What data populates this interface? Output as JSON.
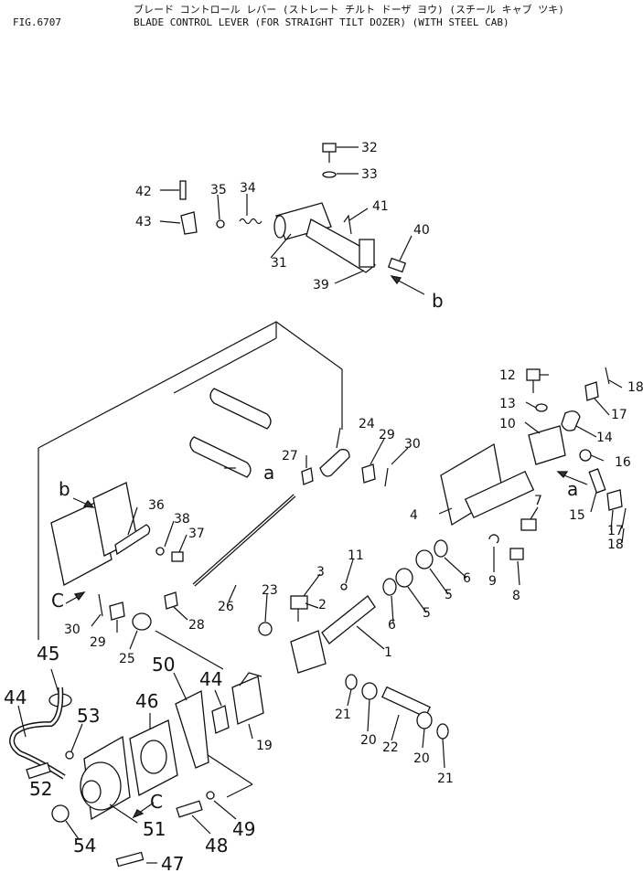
{
  "header": {
    "fig_number": "FIG.6707",
    "title_jp": "ブレード コントロール レバー (ストレート チルト ドーザ ヨウ) (スチール キャブ ツキ)",
    "title_en": "BLADE CONTROL LEVER (FOR STRAIGHT TILT DOZER) (WITH STEEL CAB)"
  },
  "callouts": {
    "p1": "1",
    "p2": "2",
    "p3": "3",
    "p4": "4",
    "p5a": "5",
    "p5b": "5",
    "p6a": "6",
    "p6b": "6",
    "p7": "7",
    "p8": "8",
    "p9": "9",
    "p10": "10",
    "p11": "11",
    "p12": "12",
    "p13": "13",
    "p14": "14",
    "p15": "15",
    "p16": "16",
    "p17a": "17",
    "p17b": "17",
    "p18a": "18",
    "p18b": "18",
    "p19": "19",
    "p20a": "20",
    "p20b": "20",
    "p21a": "21",
    "p21b": "21",
    "p22": "22",
    "p23": "23",
    "p24": "24",
    "p25": "25",
    "p26": "26",
    "p27": "27",
    "p28": "28",
    "p29a": "29",
    "p29b": "29",
    "p30a": "30",
    "p30b": "30",
    "p31": "31",
    "p32": "32",
    "p33": "33",
    "p34": "34",
    "p35": "35",
    "p36": "36",
    "p37": "37",
    "p38": "38",
    "p39": "39",
    "p40": "40",
    "p41": "41",
    "p42": "42",
    "p43": "43",
    "p44a": "44",
    "p44b": "44",
    "p45": "45",
    "p46": "46",
    "p47": "47",
    "p48": "48",
    "p49": "49",
    "p50": "50",
    "p51": "51",
    "p52": "52",
    "p53": "53",
    "p54": "54"
  },
  "references": {
    "a1": "a",
    "a2": "a",
    "b1": "b",
    "b2": "b",
    "c1": "C",
    "c2": "C"
  }
}
